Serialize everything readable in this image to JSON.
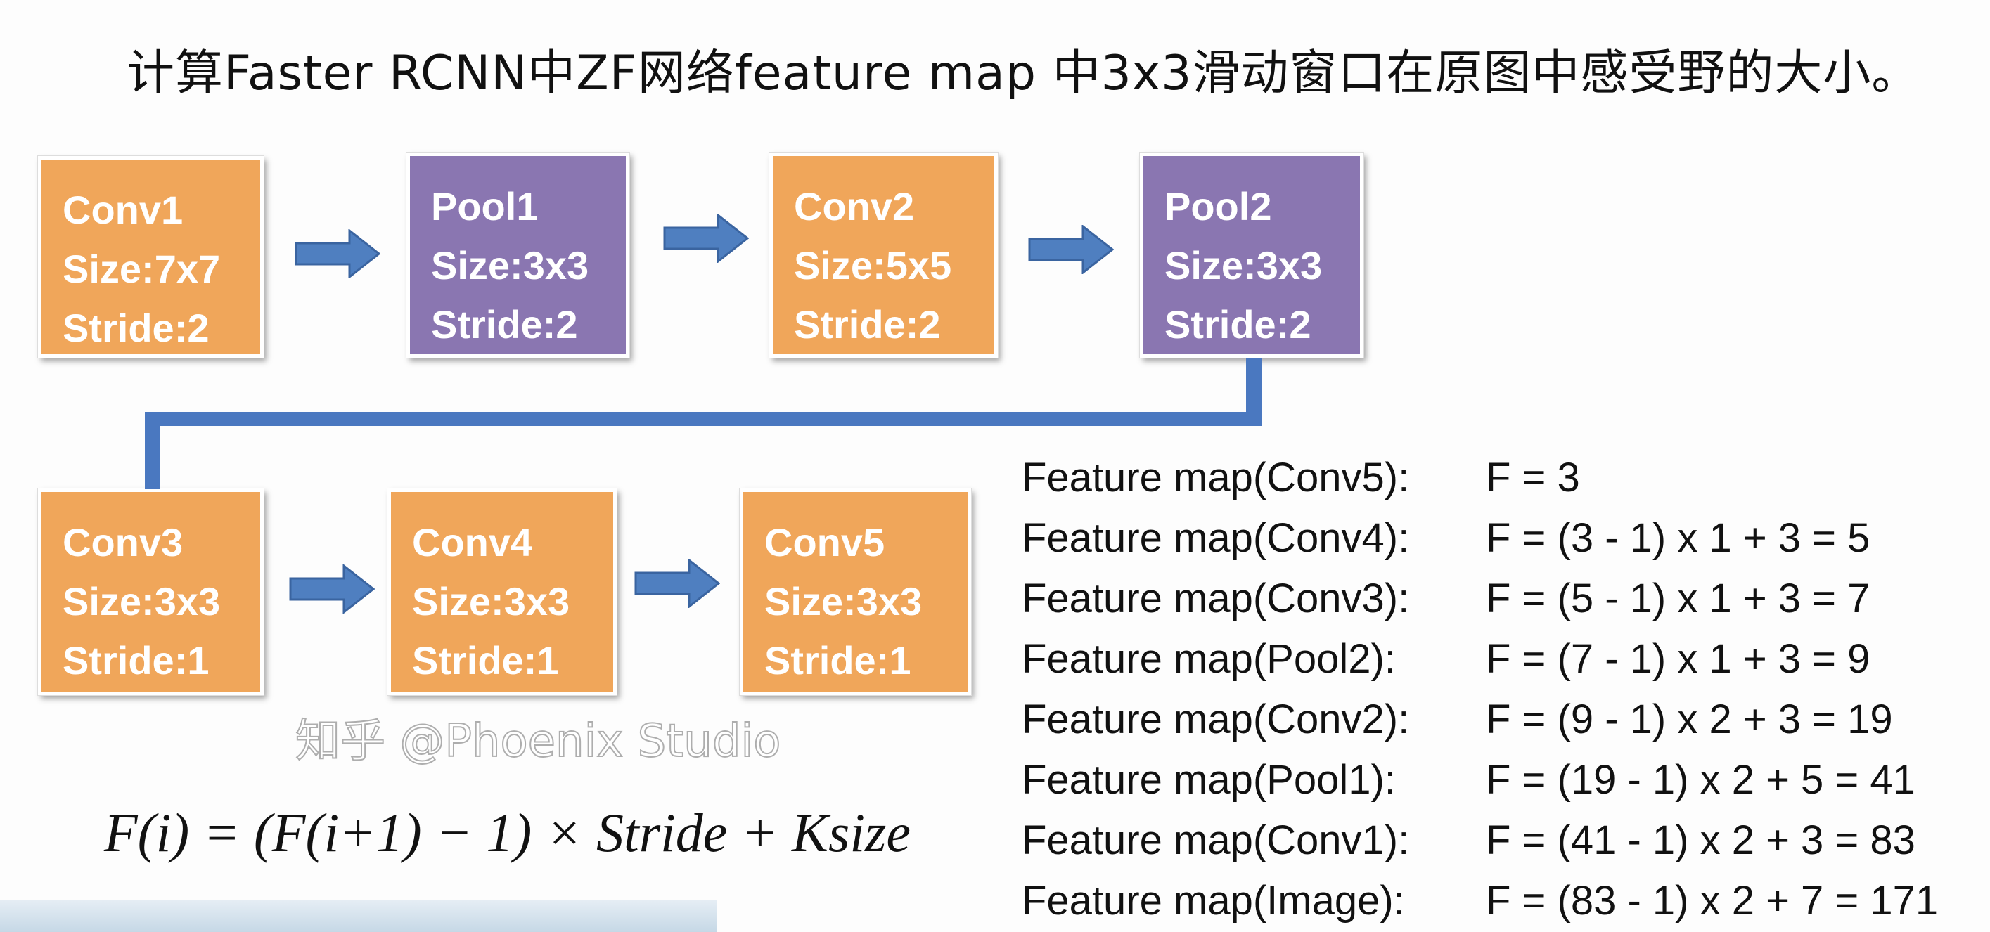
{
  "title": "计算Faster RCNN中ZF网络feature map 中3x3滑动窗口在原图中感受野的大小。",
  "layers": [
    {
      "name": "Conv1",
      "size": "Size:7x7",
      "stride": "Stride:2",
      "type": "conv"
    },
    {
      "name": "Pool1",
      "size": "Size:3x3",
      "stride": "Stride:2",
      "type": "pool"
    },
    {
      "name": "Conv2",
      "size": "Size:5x5",
      "stride": "Stride:2",
      "type": "conv"
    },
    {
      "name": "Pool2",
      "size": "Size:3x3",
      "stride": "Stride:2",
      "type": "pool"
    },
    {
      "name": "Conv3",
      "size": "Size:3x3",
      "stride": "Stride:1",
      "type": "conv"
    },
    {
      "name": "Conv4",
      "size": "Size:3x3",
      "stride": "Stride:1",
      "type": "conv"
    },
    {
      "name": "Conv5",
      "size": "Size:3x3",
      "stride": "Stride:1",
      "type": "conv"
    }
  ],
  "colors": {
    "conv": "#f0a65a",
    "pool": "#8a76b1",
    "arrow": "#4f7fc0"
  },
  "calculations": [
    {
      "label": "Feature map(Conv5):",
      "expr": "F = 3"
    },
    {
      "label": "Feature map(Conv4):",
      "expr": "F = (3 - 1) x 1 + 3 = 5"
    },
    {
      "label": "Feature map(Conv3):",
      "expr": "F = (5 - 1) x 1 + 3 = 7"
    },
    {
      "label": "Feature map(Pool2):",
      "expr": "F = (7 - 1) x 1 + 3 = 9"
    },
    {
      "label": "Feature map(Conv2):",
      "expr": "F = (9 - 1) x 2 + 3 = 19"
    },
    {
      "label": "Feature map(Pool1):",
      "expr": "F = (19 - 1) x 2 + 5 = 41"
    },
    {
      "label": "Feature map(Conv1):",
      "expr": "F = (41 - 1) x 2 + 3 = 83"
    },
    {
      "label": "Feature map(Image):",
      "expr": "F = (83 - 1) x 2 + 7 = 171"
    }
  ],
  "formula": "F(i) = (F(i+1) − 1) × Stride + Ksize",
  "watermark": "知乎 @Phoenix Studio"
}
